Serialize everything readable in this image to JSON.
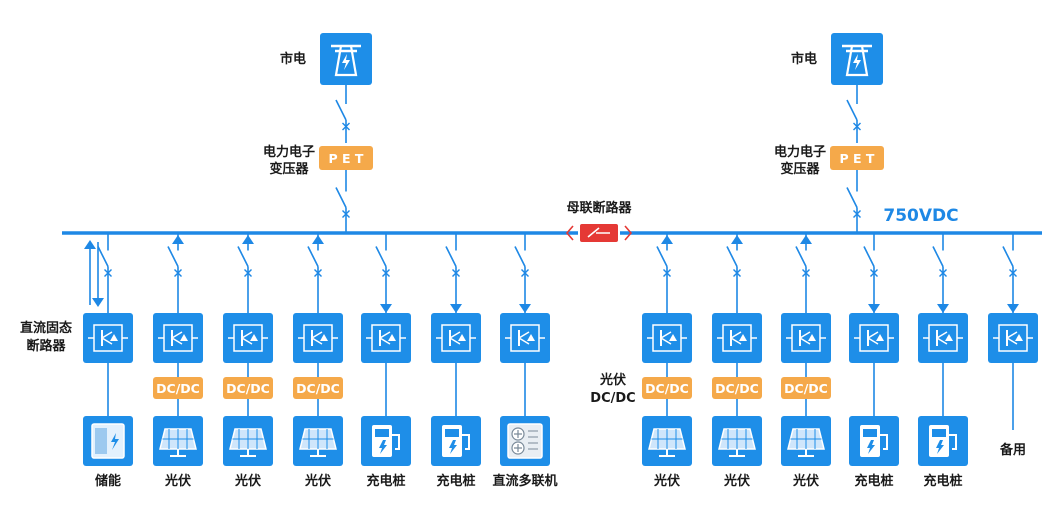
{
  "colors": {
    "line": "#1e88e5",
    "box": "#1e8ee8",
    "boxDark": "#1565c0",
    "tag": "#f5a94a",
    "breaker": "#e53935"
  },
  "grid_label": "市电",
  "pet_label_1": "电力电子",
  "pet_label_2": "变压器",
  "pet_text": "P E T",
  "bus_voltage": "750VDC",
  "tie_breaker_label": "母联断路器",
  "dc_breaker_label_1": "直流固态",
  "dc_breaker_label_2": "断路器",
  "pv_dcdc_label_1": "光伏",
  "pv_dcdc_label_2": "DC/DC",
  "dcdc_text": "DC/DC",
  "spare_label": "备用",
  "branches": [
    {
      "load": "储能",
      "icon": "storage-cabinet-icon",
      "dcdc": false,
      "flow": "bidirectional"
    },
    {
      "load": "光伏",
      "icon": "solar-panel-icon",
      "dcdc": true,
      "flow": "up"
    },
    {
      "load": "光伏",
      "icon": "solar-panel-icon",
      "dcdc": true,
      "flow": "up"
    },
    {
      "load": "光伏",
      "icon": "solar-panel-icon",
      "dcdc": true,
      "flow": "up"
    },
    {
      "load": "充电桩",
      "icon": "charging-pile-icon",
      "dcdc": false,
      "flow": "down"
    },
    {
      "load": "充电桩",
      "icon": "charging-pile-icon",
      "dcdc": false,
      "flow": "down"
    },
    {
      "load": "直流多联机",
      "icon": "multi-split-ac-icon",
      "dcdc": false,
      "flow": "down"
    },
    {
      "load": "光伏",
      "icon": "solar-panel-icon",
      "dcdc": true,
      "flow": "up"
    },
    {
      "load": "光伏",
      "icon": "solar-panel-icon",
      "dcdc": true,
      "flow": "up"
    },
    {
      "load": "光伏",
      "icon": "solar-panel-icon",
      "dcdc": true,
      "flow": "up"
    },
    {
      "load": "充电桩",
      "icon": "charging-pile-icon",
      "dcdc": false,
      "flow": "down"
    },
    {
      "load": "充电桩",
      "icon": "charging-pile-icon",
      "dcdc": false,
      "flow": "down"
    },
    {
      "load": "备用",
      "icon": "",
      "dcdc": false,
      "flow": "down"
    }
  ]
}
